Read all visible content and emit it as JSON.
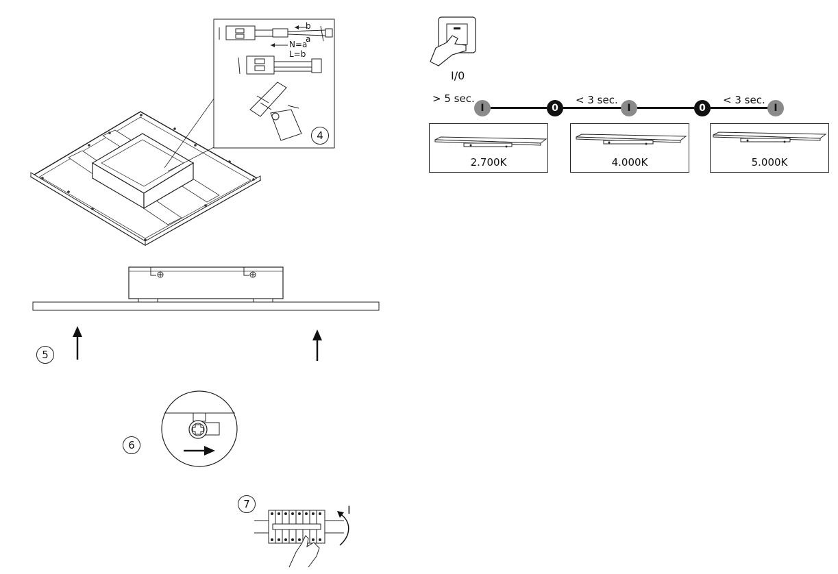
{
  "steps": {
    "s4": "4",
    "s5": "5",
    "s6": "6",
    "s7": "7"
  },
  "wiring": {
    "label_b_top": "b",
    "label_a_top": "a",
    "label_n": "N=a",
    "label_l": "L=b"
  },
  "breaker": {
    "label": "I"
  },
  "switch": {
    "label": "I/0"
  },
  "sequence": {
    "t1": "> 5 sec.",
    "t2": "< 3 sec.",
    "t3": "< 3 sec.",
    "on_symbol": "I",
    "off_symbol": "0"
  },
  "panels": [
    {
      "temp": "2.700K"
    },
    {
      "temp": "4.000K"
    },
    {
      "temp": "5.000K"
    }
  ]
}
